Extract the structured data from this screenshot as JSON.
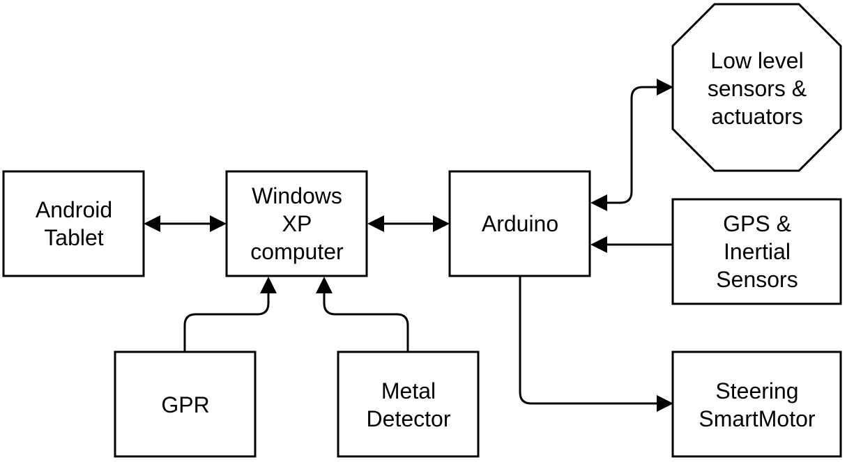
{
  "diagram": {
    "nodes": {
      "android": {
        "lines": [
          "Android",
          "Tablet"
        ]
      },
      "windows": {
        "lines": [
          "Windows",
          "XP",
          "computer"
        ]
      },
      "arduino": {
        "lines": [
          "Arduino"
        ]
      },
      "lowlevel": {
        "lines": [
          "Low level",
          "sensors &",
          "actuators"
        ]
      },
      "gps": {
        "lines": [
          "GPS &",
          "Inertial",
          "Sensors"
        ]
      },
      "steering": {
        "lines": [
          "Steering",
          "SmartMotor"
        ]
      },
      "gpr": {
        "lines": [
          "GPR"
        ]
      },
      "metal": {
        "lines": [
          "Metal",
          "Detector"
        ]
      }
    },
    "edges": [
      {
        "from": "android",
        "to": "windows",
        "direction": "both"
      },
      {
        "from": "windows",
        "to": "arduino",
        "direction": "both"
      },
      {
        "from": "arduino",
        "to": "lowlevel",
        "direction": "both"
      },
      {
        "from": "gps",
        "to": "arduino",
        "direction": "forward"
      },
      {
        "from": "arduino",
        "to": "steering",
        "direction": "forward"
      },
      {
        "from": "gpr",
        "to": "windows",
        "direction": "forward"
      },
      {
        "from": "metal",
        "to": "windows",
        "direction": "forward"
      }
    ]
  }
}
